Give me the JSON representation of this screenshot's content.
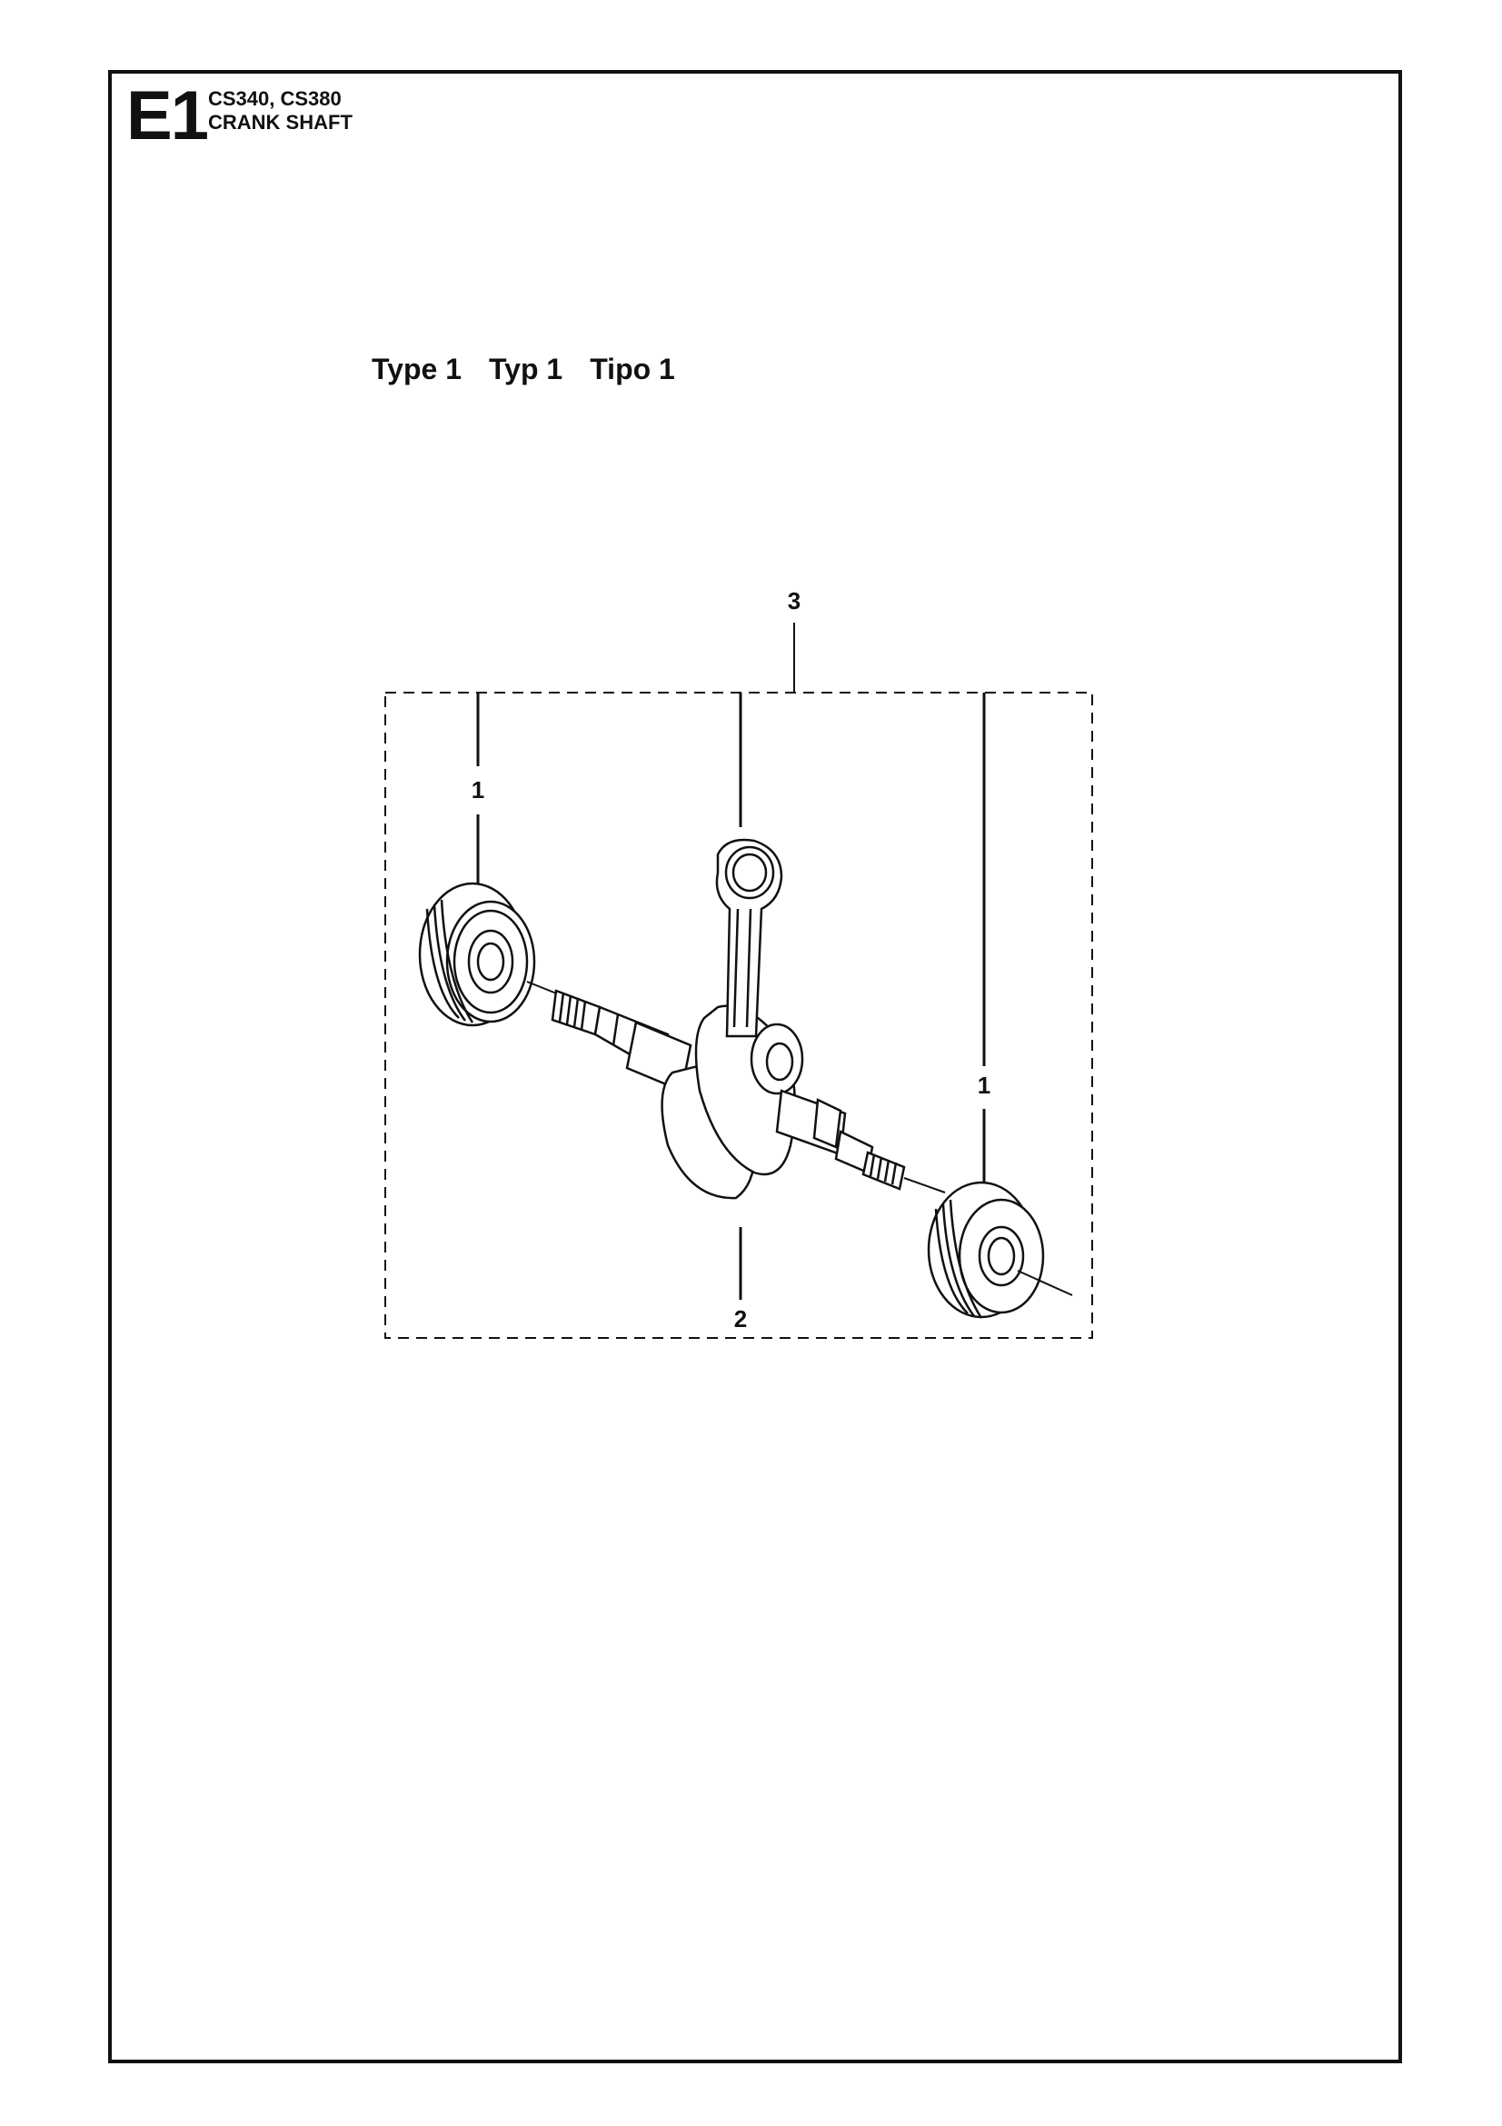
{
  "header": {
    "section_code": "E1",
    "models": "CS340, CS380",
    "title": "CRANK SHAFT"
  },
  "type_labels": [
    "Type 1",
    "Typ 1",
    "Tipo 1"
  ],
  "callouts": {
    "assembly": "3",
    "bearing_left": "1",
    "bearing_right": "1",
    "crankshaft": "2"
  },
  "parts": [
    {
      "ref": "1",
      "name": "bearing"
    },
    {
      "ref": "2",
      "name": "crankshaft"
    },
    {
      "ref": "3",
      "name": "crankshaft assembly"
    }
  ],
  "colors": {
    "ink": "#111111",
    "background": "#ffffff"
  }
}
